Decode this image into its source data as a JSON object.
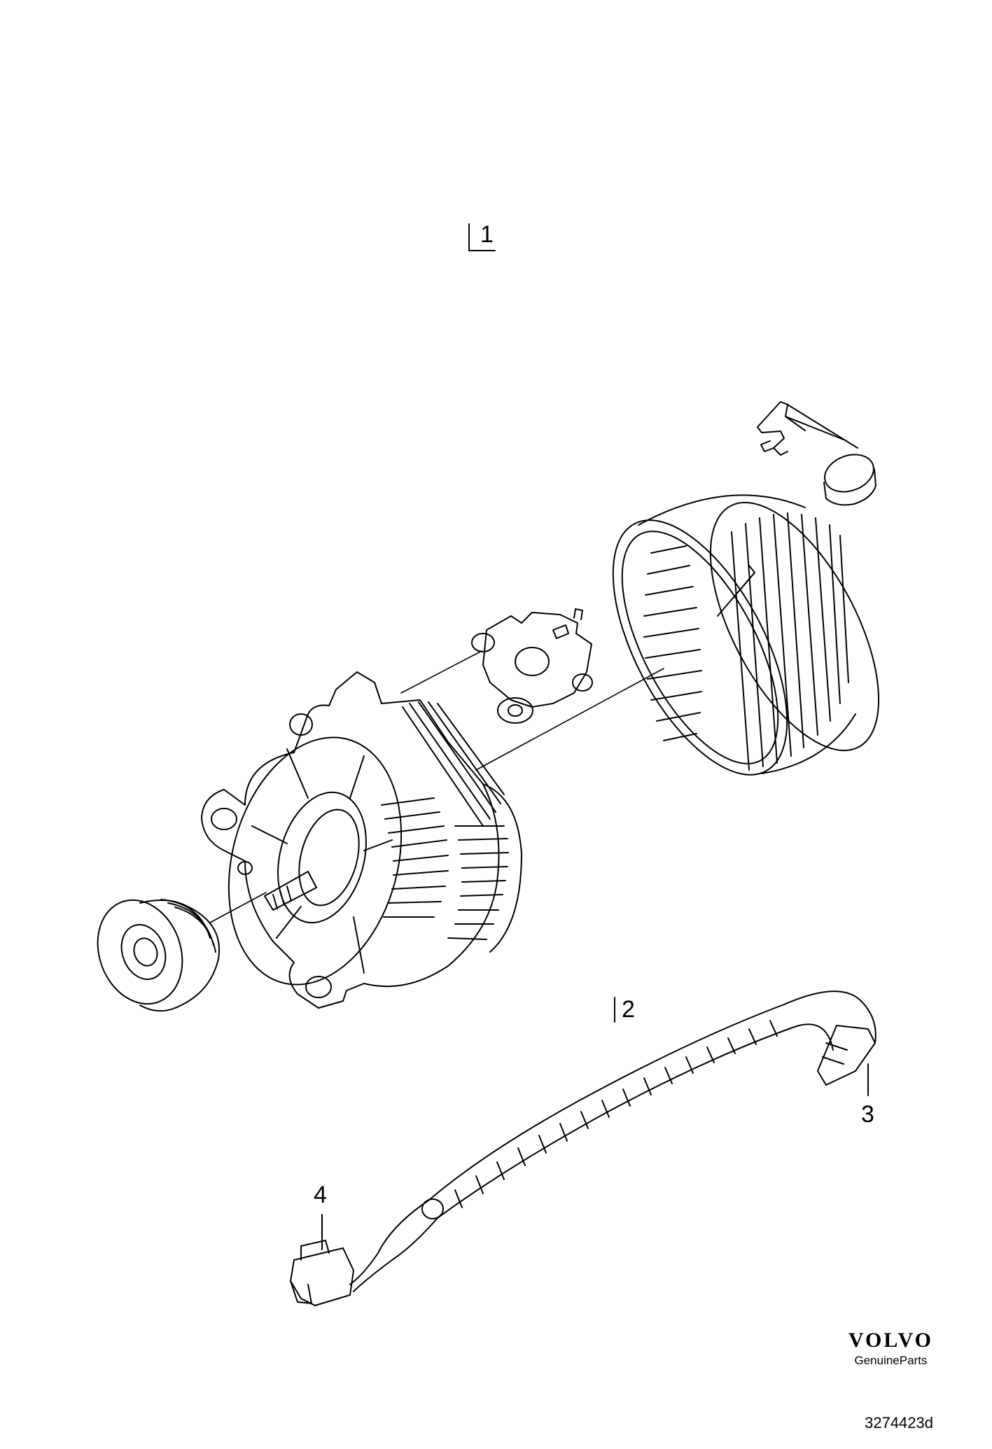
{
  "callouts": [
    {
      "id": "alternator-assembly",
      "label": "1"
    },
    {
      "id": "wiring-harness",
      "label": "2"
    },
    {
      "id": "harness-connector-a",
      "label": "3"
    },
    {
      "id": "harness-connector-b",
      "label": "4"
    }
  ],
  "branding": {
    "logo": "VOLVO",
    "tagline": "GenuineParts",
    "diagram_code": "3274423d"
  },
  "colors": {
    "line": "#000000",
    "background": "#ffffff"
  }
}
